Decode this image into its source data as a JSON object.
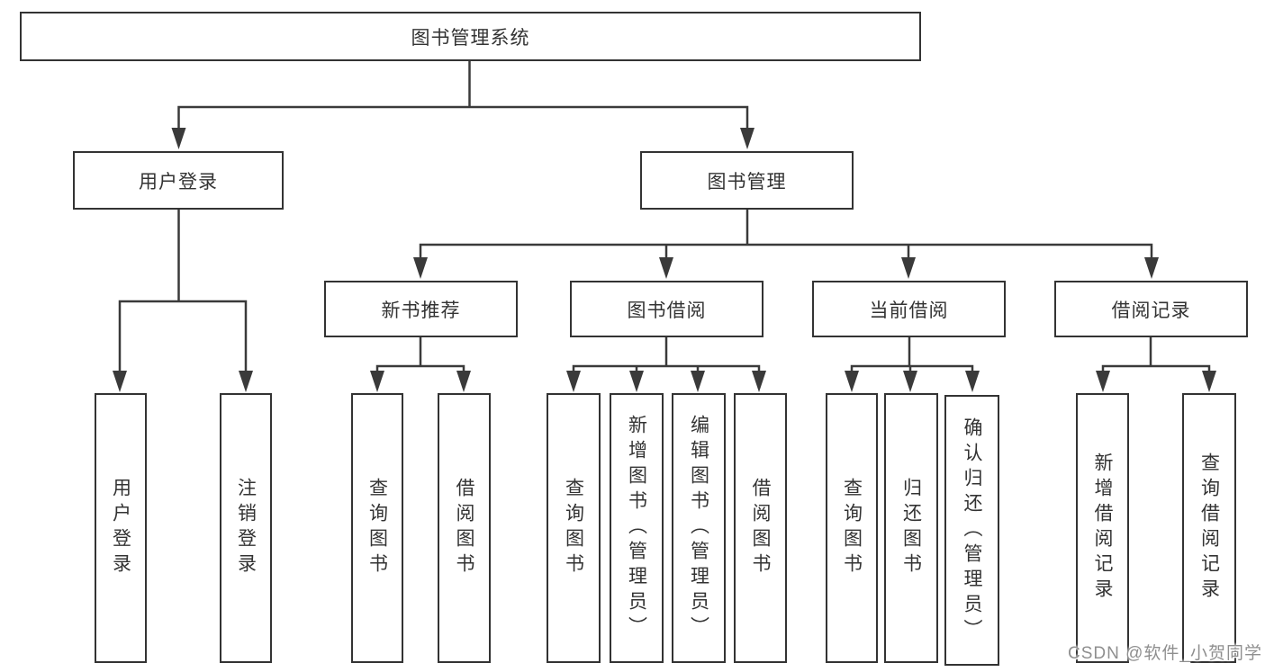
{
  "tree": {
    "root": {
      "label": "图书管理系统",
      "children": [
        {
          "label": "用户登录",
          "children": [
            {
              "label": "用户登录"
            },
            {
              "label": "注销登录"
            }
          ]
        },
        {
          "label": "图书管理",
          "children": [
            {
              "label": "新书推荐",
              "children": [
                {
                  "label": "查询图书"
                },
                {
                  "label": "借阅图书"
                }
              ]
            },
            {
              "label": "图书借阅",
              "children": [
                {
                  "label": "查询图书"
                },
                {
                  "label": "新增图书（管理员）"
                },
                {
                  "label": "编辑图书（管理员）"
                },
                {
                  "label": "借阅图书"
                }
              ]
            },
            {
              "label": "当前借阅",
              "children": [
                {
                  "label": "查询图书"
                },
                {
                  "label": "归还图书"
                },
                {
                  "label": "确认归还（管理员）"
                }
              ]
            },
            {
              "label": "借阅记录",
              "children": [
                {
                  "label": "新增借阅记录"
                },
                {
                  "label": "查询借阅记录"
                }
              ]
            }
          ]
        }
      ]
    }
  },
  "watermark": {
    "text": "CSDN @软件_小贺同学"
  },
  "colors": {
    "line": "#3a3a3a",
    "box_border": "#333333",
    "text": "#333333",
    "watermark": "#8f8f8f",
    "background": "#ffffff"
  }
}
